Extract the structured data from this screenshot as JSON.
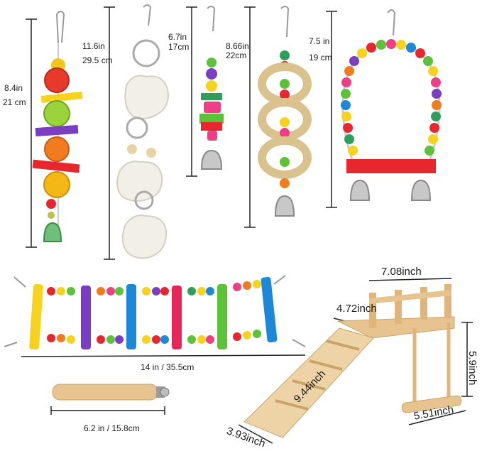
{
  "dimensions": {
    "toy1": {
      "in": "8.4in",
      "cm": "21 cm"
    },
    "toy2": {
      "in": "11.6in",
      "cm": "29.5 cm"
    },
    "toy3": {
      "in": "6.7in",
      "cm": "17cm"
    },
    "toy4": {
      "in": "8.66in",
      "cm": "22cm"
    },
    "toy5": {
      "in": "7.5 in",
      "cm": "19 cm"
    },
    "ladder": "14 in / 35.5cm",
    "perch": "6.2 in / 15.8cm",
    "platform_width": "7.08inch",
    "platform_depth": "4.72inch",
    "swing_height": "5.9inch",
    "ramp_length": "9.44inch",
    "ramp_width": "3.93inch",
    "swing_width": "5.51inch"
  },
  "colors": {
    "wood": "#e6c38f",
    "red": "#e8262e",
    "yellow": "#f7d21e",
    "green": "#5cc23a",
    "blue": "#1e88d8",
    "purple": "#7a3ec0",
    "pink": "#ee3f86",
    "orange": "#f28a1c"
  }
}
